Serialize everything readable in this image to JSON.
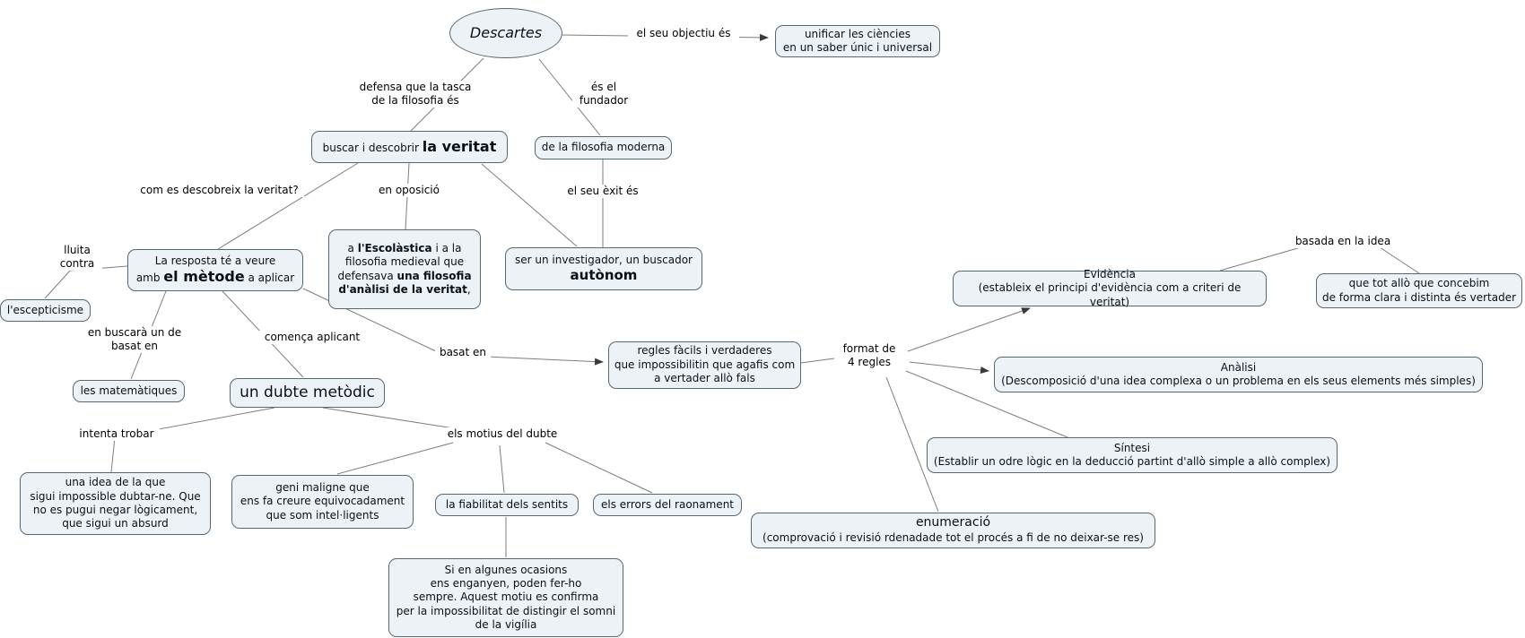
{
  "colors": {
    "background": "#ffffff",
    "node_bg": "#ecf2f6",
    "node_border": "#586872",
    "edge_line": "#7d7d7d",
    "arrow": "#3a3a3a",
    "text": "#081018"
  },
  "nodes": {
    "descartes": {
      "label": "Descartes"
    },
    "unificar": {
      "label": "unificar les ciències\nen un saber únic i universal"
    },
    "veritat": {
      "pre": "buscar i descobrir ",
      "em": "la veritat"
    },
    "moderna": {
      "label": "de la filosofia moderna"
    },
    "escolastica": {
      "p1": "a ",
      "p2": "l'Escolàstica",
      "p3": " i a la\nfilosofia medieval que\ndefensava ",
      "p4": "una filosofia\nd'anàlisi de la veritat",
      "p5": ","
    },
    "investigador": {
      "pre": "ser un investigador, un buscador\n",
      "em": "autònom"
    },
    "metode": {
      "p1": "La resposta té a veure\namb ",
      "em": "el mètode",
      "p3": " a aplicar"
    },
    "escepticisme": {
      "label": "l'escepticisme"
    },
    "matematiques": {
      "label": "les matemàtiques"
    },
    "dubte": {
      "label": "un dubte metòdic"
    },
    "regles": {
      "label": "regles fàcils i verdaderes\nque impossibilitin que agafis com\na vertader allò fals"
    },
    "evidencia": {
      "title": "Evidència",
      "desc": "(estableix el principi d'evidència com a criteri de veritat)"
    },
    "idea_clara": {
      "label": "que tot allò que  concebim\nde forma clara i distinta és vertader"
    },
    "analisi": {
      "title": "Anàlisi",
      "desc": "(Descomposició d'una idea complexa o un problema en els seus elements més simples)"
    },
    "sintesi": {
      "title": "Síntesi",
      "desc": "(Establir un odre lògic en la deducció partint d'allò simple a allò complex)"
    },
    "enumeracio": {
      "title": "enumeració",
      "desc": "(comprovació i revisió  rdenadade tot el procés a fi de no deixar-se res)"
    },
    "idea_impossible": {
      "label": "una idea de la que\nsigui impossible dubtar-ne. Que\nno es pugui negar lògicament,\nque sigui un absurd"
    },
    "geni": {
      "label": "geni maligne que\nens fa creure equivocadament\nque som intel·ligents"
    },
    "fiabilitat": {
      "label": "la fiabilitat dels sentits"
    },
    "errors": {
      "label": "els errors del raonament"
    },
    "somni": {
      "label": "Si en algunes ocasions\nens enganyen, poden fer-ho\nsempre. Aquest motiu es confirma\nper la impossibilitat de distingir el somni\nde la vigília"
    }
  },
  "edge_labels": {
    "objectiu": "el seu objectiu és",
    "defensa": "defensa que la tasca\nde la filosofia és",
    "fundador": "és el\nfundador",
    "descobreix": "com es descobreix la veritat?",
    "oposicio": "en oposició",
    "exit": "el seu èxit és",
    "lluita": "lluita\ncontra",
    "buscara": "en buscarà un de\nbasat en",
    "comenca": "comença aplicant",
    "basat": "basat en",
    "format": "format de\n4 regles",
    "basada": "basada en la idea",
    "intenta": "intenta trobar",
    "motius": "els motius del dubte"
  }
}
